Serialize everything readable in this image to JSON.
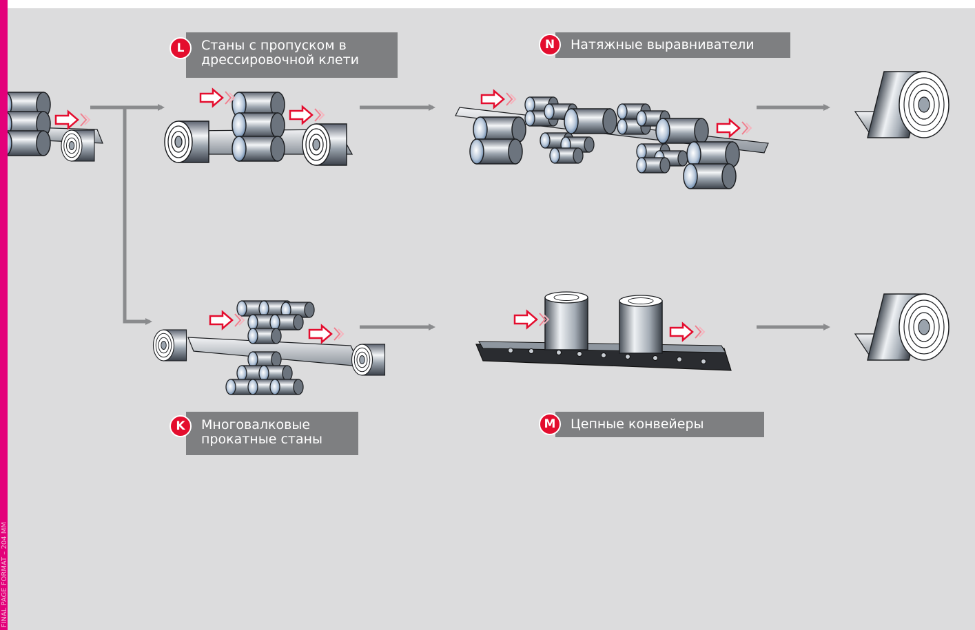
{
  "sidebar_text": "FINAL PAGE FORMAT – 204 MM",
  "labels": {
    "L": {
      "badge": "L",
      "text": "Станы с пропуском в\nдрессировочной клети"
    },
    "N": {
      "badge": "N",
      "text": "Натяжные выравниватели"
    },
    "K": {
      "badge": "K",
      "text": "Многовалковые\nпрокатные станы"
    },
    "M": {
      "badge": "M",
      "text": "Цепные конвейеры"
    }
  },
  "colors": {
    "accent": "#e40d2e",
    "magenta": "#e3007a",
    "label_bg": "#7e7f81",
    "canvas_bg": "#dcdcdd",
    "arrow": "#8a8b8d"
  }
}
